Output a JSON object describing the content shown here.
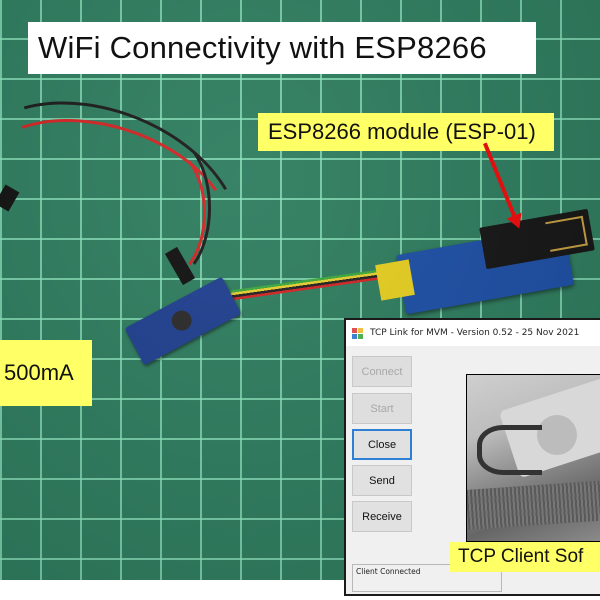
{
  "photo": {
    "title": "WiFi Connectivity with ESP8266",
    "annotations": {
      "esp_module": "ESP8266 module (ESP-01)",
      "current": "500mA",
      "software": "TCP Client Sof"
    },
    "colors": {
      "mat": "#2e7d5f",
      "grid": "#8ce6be",
      "label_yellow": "#ffff66",
      "arrow": "#e01010"
    }
  },
  "app": {
    "window_title": "TCP Link for MVM - Version 0.52 - 25 Nov 2021",
    "buttons": [
      {
        "label": "Connect",
        "state": "disabled"
      },
      {
        "label": "Start",
        "state": "disabled"
      },
      {
        "label": "Close",
        "state": "focused"
      },
      {
        "label": "Send",
        "state": "enabled"
      },
      {
        "label": "Receive",
        "state": "enabled"
      }
    ],
    "status_text": "Client Connected",
    "focus_color": "#2f7fd4"
  }
}
